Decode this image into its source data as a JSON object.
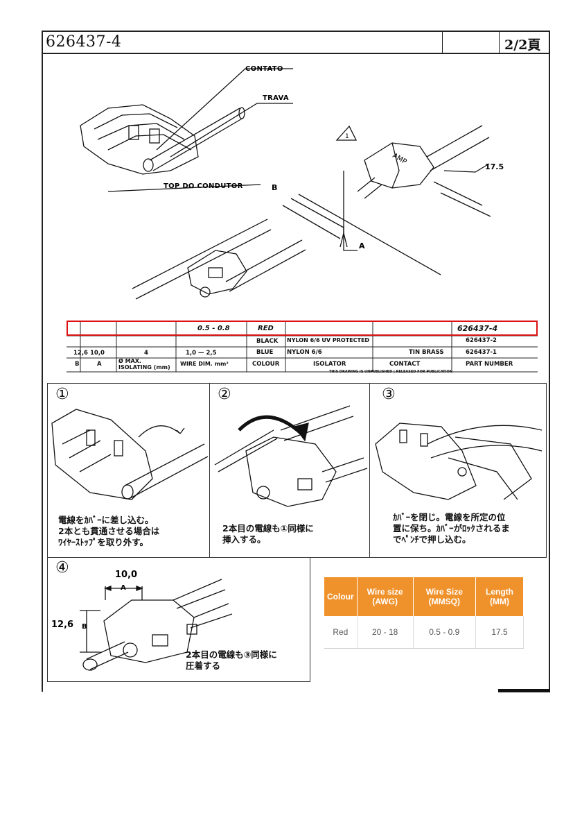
{
  "header": {
    "doc_number": "626437-4",
    "page": "2/2頁"
  },
  "drawing": {
    "labels": {
      "contato": "CONTATO",
      "trava": "TRAVA",
      "top_condutor": "TOP DO CONDUTOR",
      "b": "B",
      "a": "A",
      "dim": "17.5",
      "note": "1",
      "amp": "AMP"
    }
  },
  "part_table": {
    "highlight_row": {
      "wire_dim": "0.5 - 0.8",
      "colour": "RED",
      "part_number": "626437-4"
    },
    "rows": [
      {
        "colour": "BLACK",
        "isolator": "NYLON 6/6 UV PROTECTED",
        "part_number": "626437-2"
      },
      {
        "b": "12,6",
        "a": "10,0",
        "max_isolating": "4",
        "wire_dim": "1,0 — 2,5",
        "colour": "BLUE",
        "isolator": "NYLON 6/6",
        "contact": "TIN BRASS",
        "part_number": "626437-1"
      }
    ],
    "header": {
      "b": "B",
      "a": "A",
      "max_isolating": "Ø MAX.\nISOLATING (mm)",
      "wire_dim": "WIRE DIM.   mm²",
      "colour": "COLOUR",
      "isolator": "ISOLATOR",
      "contact": "CONTACT",
      "part_number": "PART NUMBER"
    },
    "footer": "THIS DRAWING IS UNPUBLISHED | RELEASED FOR PUBLICATION"
  },
  "steps": [
    {
      "num": "①",
      "text": "電線をｶﾊﾞｰに差し込む。\n2本とも貫通させる場合は\nﾜｲﾔｰｽﾄｯﾌﾟを取り外す。"
    },
    {
      "num": "②",
      "text": "2本目の電線も①同様に\n挿入する。"
    },
    {
      "num": "③",
      "text": "ｶﾊﾞｰを閉じ。電線を所定の位\n置に保ち。ｶﾊﾞｰがﾛｯｸされるま\nでﾍﾟﾝﾁで押し込む。"
    },
    {
      "num": "④",
      "text": "2本目の電線も③同様に\n圧着する",
      "dim_a": "10,0",
      "dim_b": "12,6",
      "label_a": "A",
      "label_b": "B"
    }
  ],
  "spec_table": {
    "headers": [
      "Colour",
      "Wire size (AWG)",
      "Wire Size (MMSQ)",
      "Length (MM)"
    ],
    "rows": [
      [
        "Red",
        "20 - 18",
        "0.5 - 0.9",
        "17.5"
      ]
    ]
  },
  "colors": {
    "highlight": "#d11111",
    "table_header": "#f0922b"
  }
}
